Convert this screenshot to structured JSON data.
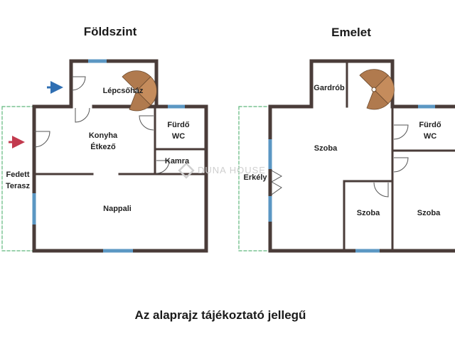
{
  "titles": {
    "ground": "Földszint",
    "upper": "Emelet"
  },
  "ground_rooms": {
    "stairwell": "Lépcsőház",
    "kitchen_1": "Konyha",
    "kitchen_2": "Étkező",
    "bath_1": "Fürdő",
    "bath_2": "WC",
    "pantry": "Kamra",
    "living": "Nappali",
    "terrace_1": "Fedett",
    "terrace_2": "Terasz"
  },
  "upper_rooms": {
    "wardrobe": "Gardrób",
    "room_main": "Szoba",
    "bath_1": "Fürdő",
    "bath_2": "WC",
    "balcony": "Erkély",
    "room_small": "Szoba",
    "room_right": "Szoba"
  },
  "watermark": "DUNA HOUSE",
  "caption": "Az alaprajz tájékoztató jellegű",
  "colors": {
    "wall": "#4a3c39",
    "window": "#5b97c3",
    "dash": "#5fb87c",
    "entry_arrow": "#2f6fb3",
    "terrace_arrow": "#c23a4e",
    "stair": "#b07a4e"
  }
}
